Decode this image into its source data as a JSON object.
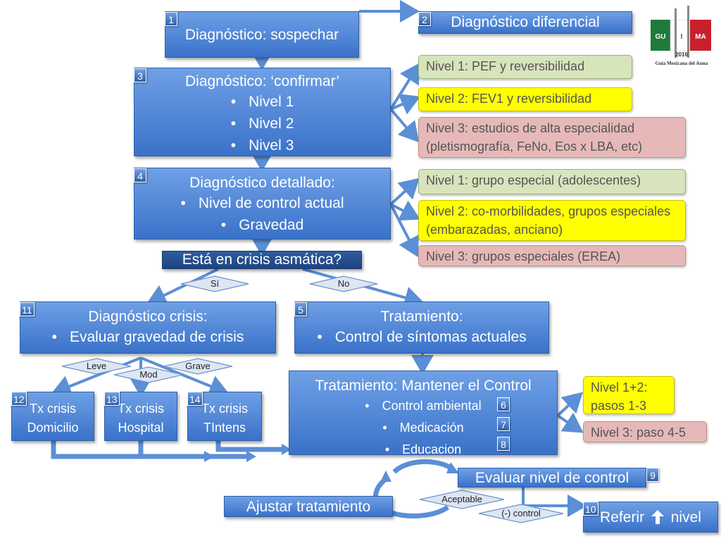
{
  "boxes": {
    "b1": {
      "num": "1",
      "title": "Diagnóstico: sospechar"
    },
    "b2": {
      "num": "2",
      "title": "Diagnóstico diferencial"
    },
    "b3": {
      "num": "3",
      "title": "Diagnóstico: ‘confirmar’",
      "items": [
        "Nivel 1",
        "Nivel 2",
        "Nivel 3"
      ]
    },
    "b4": {
      "num": "4",
      "title": "Diagnóstico detallado:",
      "items": [
        "Nivel de control actual",
        "Gravedad"
      ]
    },
    "crisis_q": {
      "title": "Está en crisis asmática?"
    },
    "b11": {
      "num": "11",
      "title": "Diagnóstico crisis:",
      "items": [
        "Evaluar gravedad de crisis"
      ]
    },
    "b5": {
      "num": "5",
      "title": "Tratamiento:",
      "items": [
        "Control de síntomas actuales"
      ]
    },
    "b12": {
      "num": "12",
      "line1": "Tx crisis",
      "line2": "Domicilio"
    },
    "b13": {
      "num": "13",
      "line1": "Tx crisis",
      "line2": "Hospital"
    },
    "b14": {
      "num": "14",
      "line1": "Tx crisis",
      "line2": "TIntens"
    },
    "mantener": {
      "title": "Tratamiento: Mantener el Control",
      "items": [
        {
          "label": "Control ambiental",
          "num": "6"
        },
        {
          "label": "Medicación",
          "num": "7"
        },
        {
          "label": "Educacion",
          "num": "8"
        }
      ]
    },
    "b9": {
      "num": "9",
      "title": "Evaluar nivel de control"
    },
    "ajustar": {
      "title": "Ajustar tratamiento"
    },
    "b10": {
      "num": "10",
      "title": "Referir",
      "suffix": "nivel"
    }
  },
  "levels": {
    "confirm": [
      "Nivel 1: PEF y reversibilidad",
      "Nivel 2: FEV1 y reversibilidad",
      "Nivel 3: estudios de alta especialidad (pletismografía, FeNo, Eos x LBA, etc)"
    ],
    "detail": [
      "Nivel 1: grupo especial (adolescentes)",
      "Nivel 2: co-morbilidades, grupos especiales (embarazadas, anciano)",
      "Nivel 3: grupos especiales (EREA)"
    ],
    "treat": [
      "Nivel 1+2: pasos 1-3",
      "Nivel 3: paso 4-5"
    ]
  },
  "decisions": {
    "si": "Sí",
    "no": "No",
    "leve": "Leve",
    "mod": "Mod",
    "grave": "Grave",
    "aceptable": "Aceptable",
    "nocontrol": "(-) control"
  },
  "logo": {
    "gu": "GU",
    "i": "I",
    "ma": "MA",
    "year": "2016",
    "caption": "Guía Mexicana del Asma"
  },
  "colors": {
    "box_blue": "#4a82d4",
    "green": "#d8e4bc",
    "yellow": "#ffff00",
    "pink": "#e6b9b8",
    "arrow": "#5b8fd6"
  }
}
